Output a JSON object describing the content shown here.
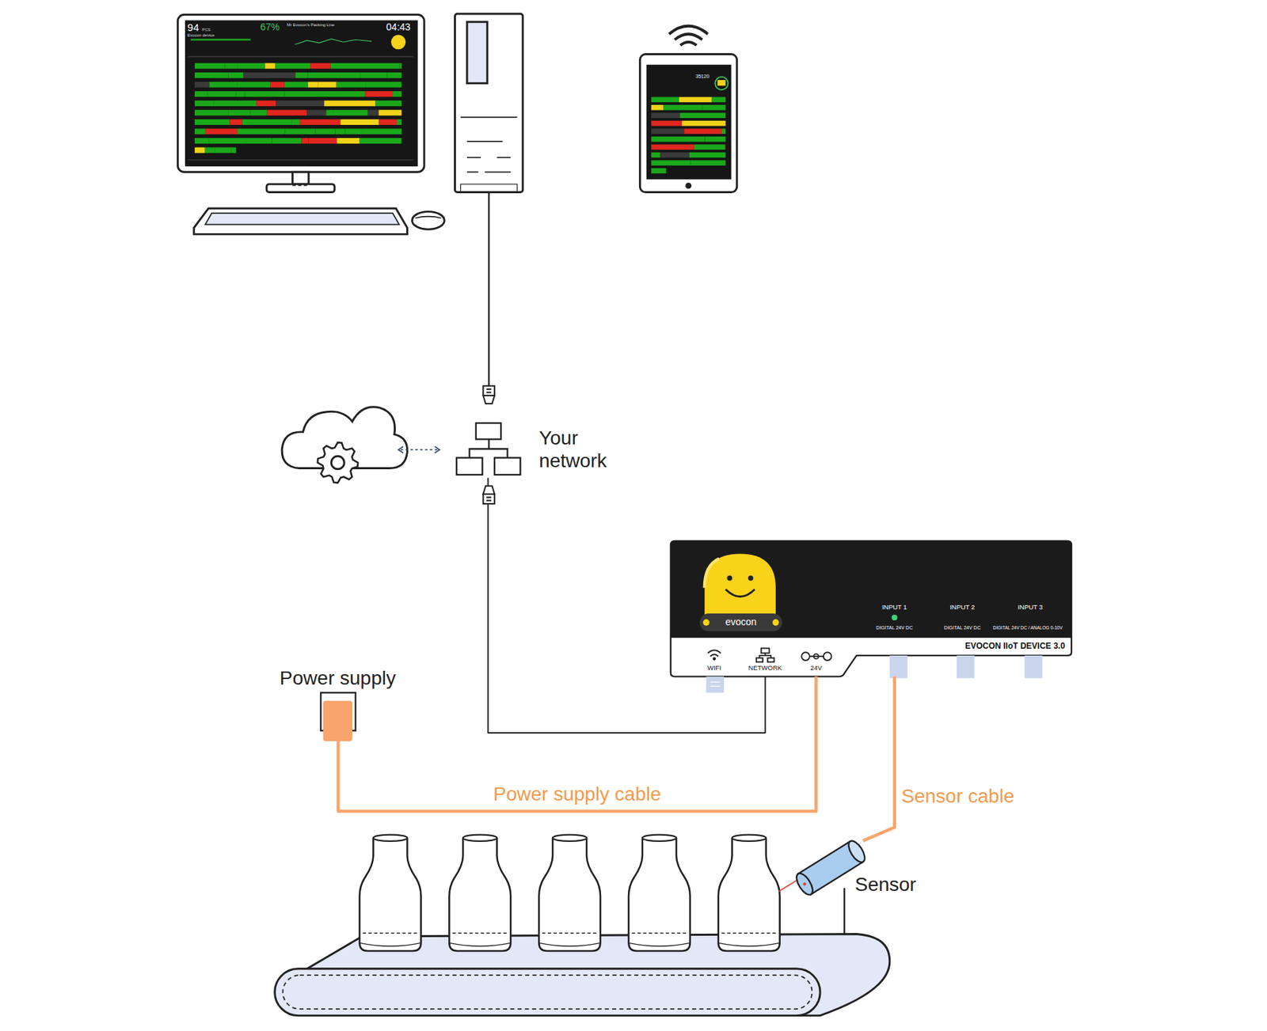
{
  "diagram": {
    "nodes": [
      {
        "text": [
          "Your network"
        ]
      },
      {
        "text": [
          "evocon",
          "INPUT 1",
          "DIGITAL 24V DC",
          "INPUT 2",
          "DIGITAL 24V DC",
          "INPUT 3",
          "DIGITAL 24V DC / ANALOG 0-10V",
          "EVOCON IIoT DEVICE 3.0",
          "WIFI",
          "NETWORK",
          "24V"
        ]
      },
      {
        "text": [
          "Power supply"
        ]
      },
      {
        "text": [
          "Sensor"
        ]
      }
    ],
    "edges": [
      {
        "from": 0,
        "to": 1,
        "arrow": "none"
      },
      {
        "from": 2,
        "to": 1,
        "label": "Power supply cable",
        "arrow": "none"
      },
      {
        "from": 1,
        "to": 3,
        "label": "Sensor cable",
        "arrow": "none"
      }
    ],
    "labels": [
      "94",
      "PCS",
      "67%",
      "04:43",
      "Mr Evocon's Packing Line",
      "Evocon device",
      "35120"
    ]
  }
}
